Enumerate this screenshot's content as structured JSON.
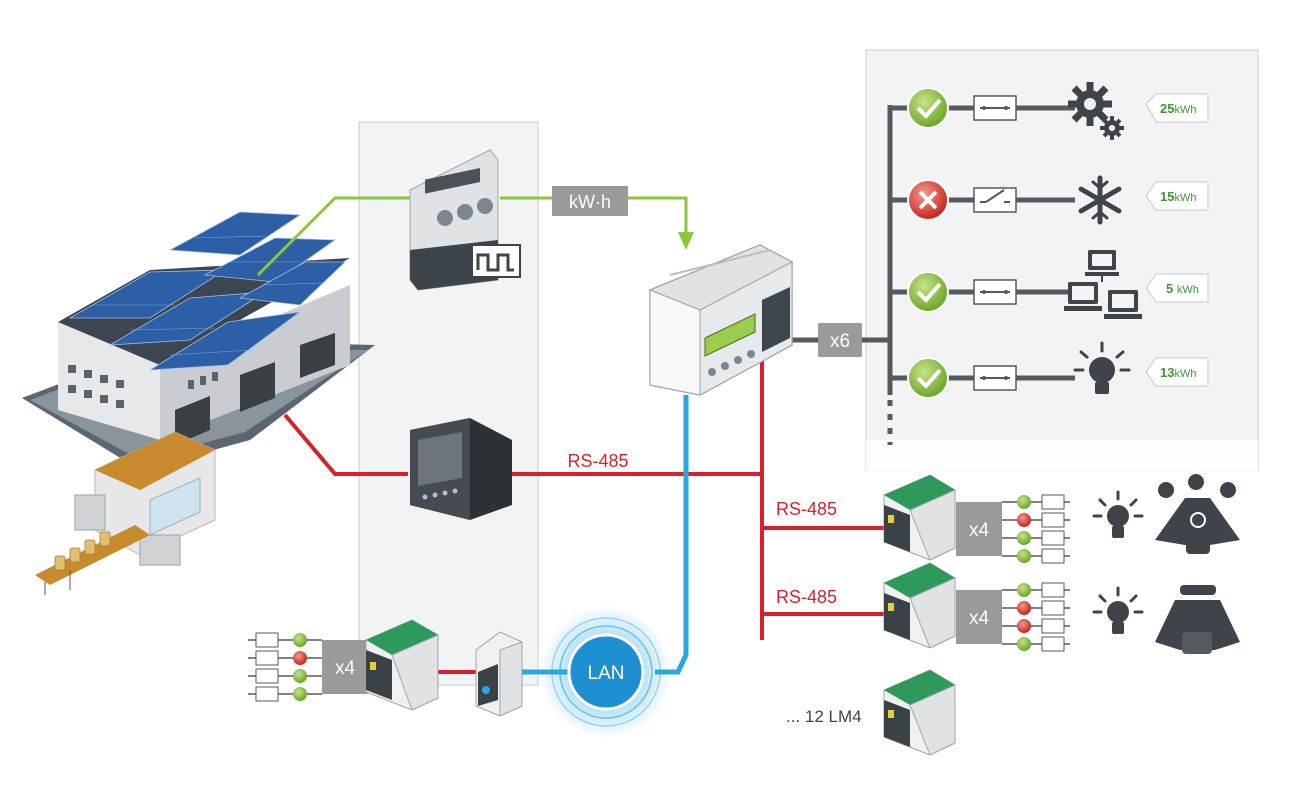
{
  "labels": {
    "kwh": "kW·h",
    "rs485_main": "RS-485",
    "rs485_branch1": "RS-485",
    "rs485_branch2": "RS-485",
    "x6": "x6",
    "x4_right1": "x4",
    "x4_right2": "x4",
    "x4_left": "x4",
    "lan": "LAN",
    "lm4_count": "... 12 LM4"
  },
  "energy_readings": [
    {
      "value": "25",
      "unit": "kWh",
      "load": "gears-icon",
      "status": "ok"
    },
    {
      "value": "15",
      "unit": "kWh",
      "load": "snowflake-icon",
      "status": "error"
    },
    {
      "value": "5",
      "unit": "kWh",
      "load": "computers-icon",
      "status": "ok"
    },
    {
      "value": "13",
      "unit": "kWh",
      "load": "lightbulb-icon",
      "status": "ok"
    }
  ],
  "colors": {
    "rs485": "#d9202a",
    "lan": "#2aa7df",
    "pulse": "#8cc63f",
    "ok": "#7cb82f",
    "error": "#d9342b",
    "label_box": "#9a9a9a",
    "panel": "#f3f4f5"
  }
}
